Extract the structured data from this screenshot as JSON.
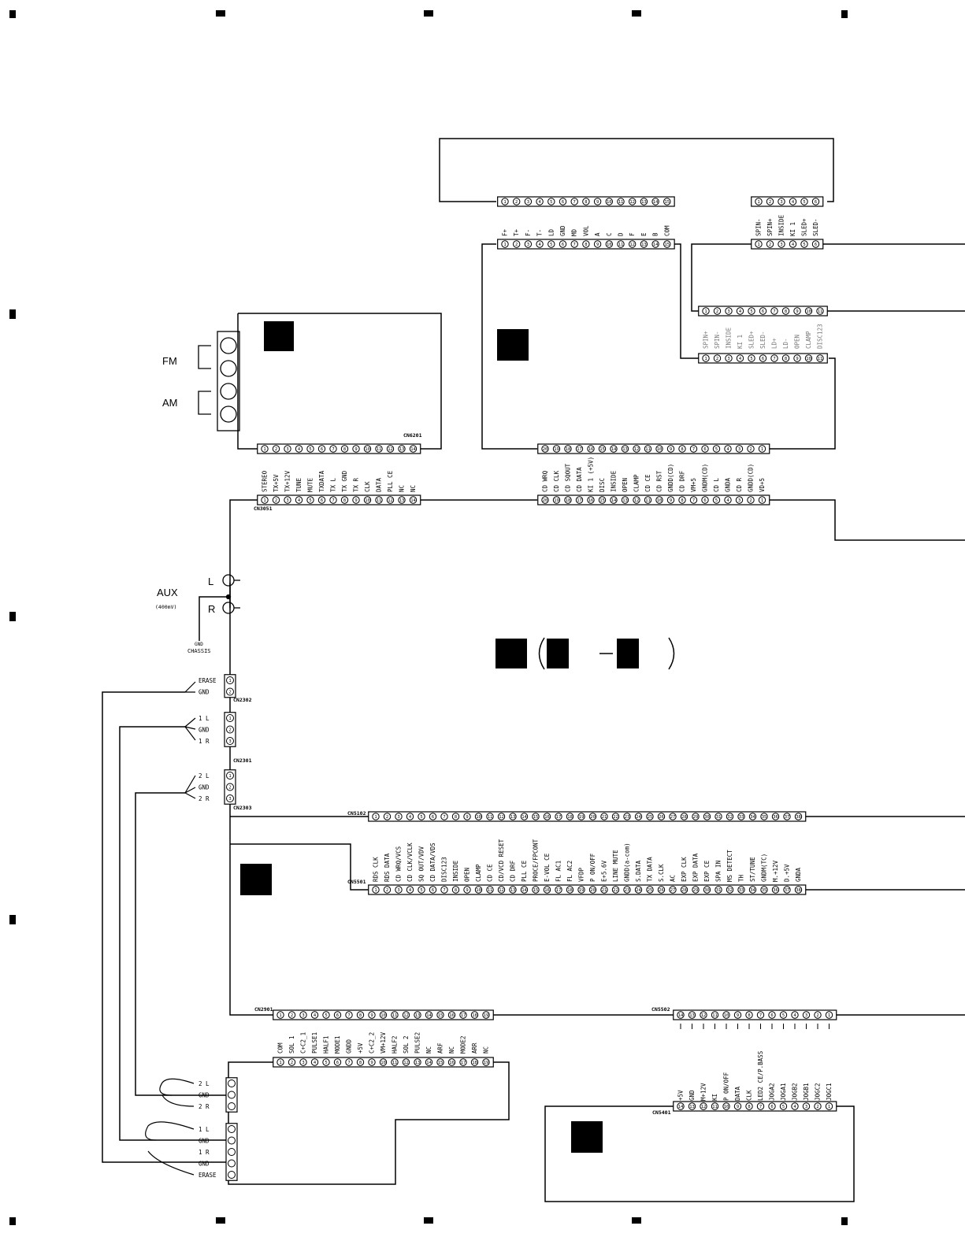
{
  "labels": {
    "fm": "FM",
    "am": "AM",
    "aux": "AUX",
    "aux_level": "(400mV)",
    "aux_l": "L",
    "aux_r": "R",
    "gnd": "GND",
    "chassis": "CHASSIS"
  },
  "connectors": {
    "cn6201": "CN6201",
    "cn3051": "CN3051",
    "cn2302": "CN2302",
    "cn2301": "CN2301",
    "cn2303": "CN2303",
    "cn5102": "CN5102",
    "cn5501": "CN5501",
    "cn2901": "CN2901",
    "cn5502": "CN5502",
    "cn5401": "CN5401"
  },
  "pins": {
    "pickup": [
      "F+",
      "T+",
      "F-",
      "T-",
      "LD",
      "GND",
      "MD",
      "VOL",
      "A",
      "C",
      "D",
      "F",
      "E",
      "B",
      "COM"
    ],
    "motor": [
      "SPIN-",
      "SPIN+",
      "INSIDE",
      "KI 1",
      "SLED+",
      "SLED-"
    ],
    "mech": [
      "SPIN+",
      "SPIN-",
      "INSIDE",
      "KI 1",
      "SLED+",
      "SLED-",
      "LD+",
      "LD-",
      "OPEN",
      "CLAMP",
      "DISC123"
    ],
    "tuner": [
      "STEREO",
      "TX+5V",
      "TX+12V",
      "TUNE",
      "MUTE",
      "TXDATA",
      "TX L",
      "TX GND",
      "TX R",
      "CLK",
      "DATA",
      "PLL CE",
      "NC",
      "NC"
    ],
    "cd": [
      "CD WRQ",
      "CD CLK",
      "CD SQOUT",
      "CD DATA",
      "KI 1 (+5V)",
      "DISC",
      "INSIDE",
      "OPEN",
      "CLAMP",
      "CD CE",
      "CD RST",
      "GNDD(CD)",
      "CD DRF",
      "VM+5",
      "GNDM(CD)",
      "CD L",
      "GNDA",
      "CD R",
      "GNDD(CD)",
      "VD+5"
    ],
    "main": [
      "RDS CLK",
      "RDS DATA",
      "CD WRQ/VCS",
      "CD CLK/VCLK",
      "SQ OUT/VDV",
      "CD DATA/VDS",
      "DISC123",
      "INSIDE",
      "OPEN",
      "CLAMP",
      "CD CE",
      "CD/VCD RESET",
      "CD DRF",
      "PLL CE",
      "PROCE/FPCONT",
      "E-VOL CE",
      "FL AC1",
      "FL AC2",
      "VFDP",
      "P ON/OFF",
      "E+5.6V",
      "LINE MUTE",
      "GNDD(a-com)",
      "S.DATA",
      "TX DATA",
      "S.CLK",
      "AC",
      "EXP CLK",
      "EXP DATA",
      "EXP CE",
      "SPA IN",
      "MS DETECT",
      "TH",
      "ST/TUNE",
      "GNDM(TC)",
      "M.+12V",
      "D.+5V",
      "GNDA"
    ],
    "deck": [
      "COM",
      "SOL 1",
      "C+C2_1",
      "PULSE1",
      "HALF1",
      "MODE1",
      "GNDD",
      "+5V",
      "C+C2_2",
      "VM+12V",
      "HALF2",
      "SOL 2",
      "PULSE2",
      "NC",
      "ARF",
      "NC",
      "MODE2",
      "ARR",
      "NC"
    ],
    "key": [
      "+5V",
      "GND",
      "M+12V",
      "KI",
      "P ON/OFF",
      "DATA",
      "CLK",
      "LED2 CE/P.BASS",
      "JOGA2",
      "JOGA1",
      "JOGB2",
      "JOGB1",
      "JOGC2",
      "JOGC1"
    ],
    "erase": [
      "ERASE",
      "GND"
    ],
    "head1": [
      "1 L",
      "GND",
      "1 R"
    ],
    "head2": [
      "2 L",
      "GND",
      "2 R"
    ],
    "deck_head": [
      "1 L",
      "GND",
      "1 R",
      "GND",
      "ERASE"
    ]
  }
}
